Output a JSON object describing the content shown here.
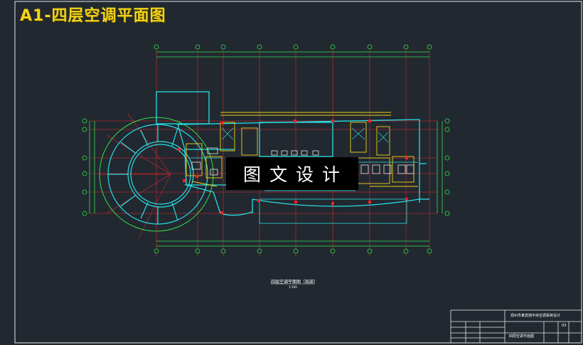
{
  "drawing": {
    "title": "A1-四层空调平面图",
    "watermark": "图文设计",
    "plan_caption": "四层空调平面图（局部）",
    "plan_scale": "1:100"
  },
  "title_block": {
    "project": "郑州市某宾馆中央空调系统设计",
    "sheet_name": "四层空调平面图",
    "sheet_no": "03"
  },
  "colors": {
    "background": "#212830",
    "frame": "#e8e8e8",
    "title_text": "#f2d21b",
    "grid_axis": "#e23535",
    "walls": "#27e0e6",
    "dimensions": "#36e24a",
    "equipment": "#f0d015",
    "columns": "#ff1f1f"
  }
}
